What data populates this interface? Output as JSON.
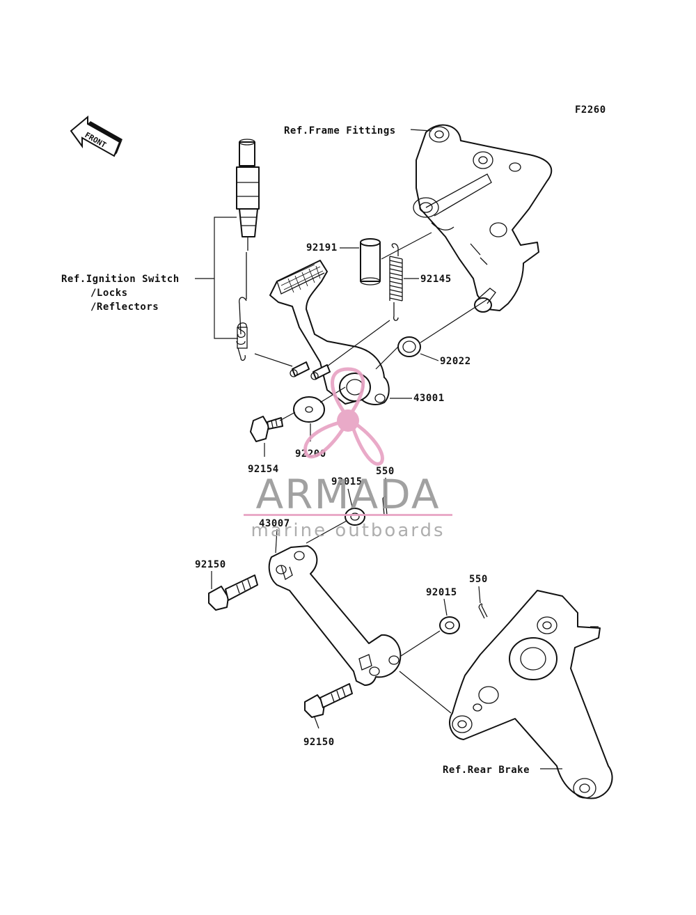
{
  "diagram": {
    "code": "F2260",
    "front_arrow": "FRONT",
    "refs": {
      "frame_fittings": "Ref.Frame Fittings",
      "ignition_line1": "Ref.Ignition Switch",
      "ignition_line2": "/Locks",
      "ignition_line3": "/Reflectors",
      "rear_brake": "Ref.Rear Brake"
    },
    "parts": {
      "p92191": "92191",
      "p92145": "92145",
      "p92022": "92022",
      "p43001": "43001",
      "p92200": "92200",
      "p92154": "92154",
      "p92015a": "92015",
      "p550a": "550",
      "p43007": "43007",
      "p92150a": "92150",
      "p92015b": "92015",
      "p550b": "550",
      "p92150b": "92150"
    }
  },
  "watermark": {
    "brand": "ARMADA",
    "tagline": "marine outboards",
    "color_accent": "#e8a3c4",
    "color_text": "#9a9a9a"
  }
}
